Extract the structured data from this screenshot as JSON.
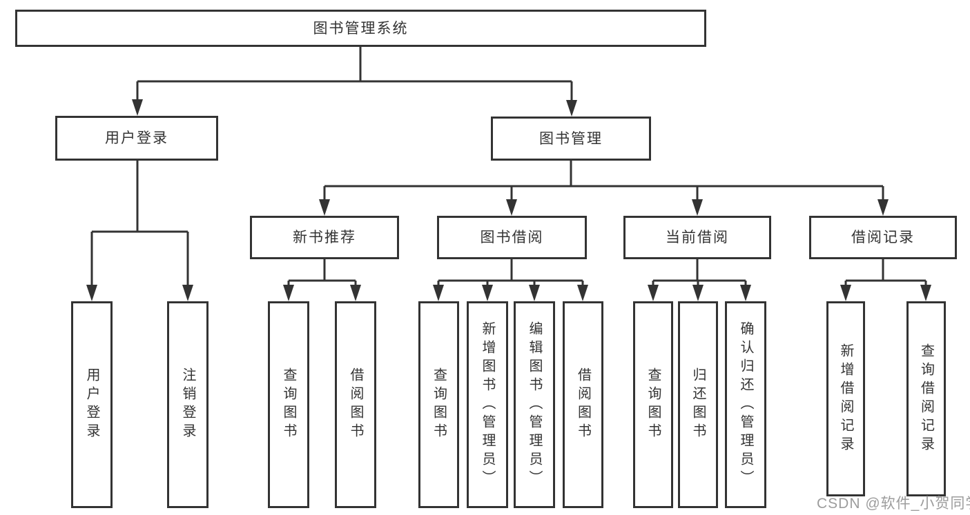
{
  "diagram": {
    "title": "图书管理系统",
    "root": {
      "label": "图书管理系统"
    },
    "level2": [
      {
        "label": "用户登录"
      },
      {
        "label": "图书管理"
      }
    ],
    "level3": [
      {
        "label": "新书推荐",
        "parent": "图书管理"
      },
      {
        "label": "图书借阅",
        "parent": "图书管理"
      },
      {
        "label": "当前借阅",
        "parent": "图书管理"
      },
      {
        "label": "借阅记录",
        "parent": "图书管理"
      }
    ],
    "leaves": [
      {
        "label": "用户登录",
        "parent": "用户登录"
      },
      {
        "label": "注销登录",
        "parent": "用户登录"
      },
      {
        "label": "查询图书",
        "parent": "新书推荐"
      },
      {
        "label": "借阅图书",
        "parent": "新书推荐"
      },
      {
        "label": "查询图书",
        "parent": "图书借阅"
      },
      {
        "label": "新增图书（管理员）",
        "parent": "图书借阅"
      },
      {
        "label": "编辑图书（管理员）",
        "parent": "图书借阅"
      },
      {
        "label": "借阅图书",
        "parent": "图书借阅"
      },
      {
        "label": "查询图书",
        "parent": "当前借阅"
      },
      {
        "label": "归还图书",
        "parent": "当前借阅"
      },
      {
        "label": "确认归还（管理员）",
        "parent": "当前借阅"
      },
      {
        "label": "新增借阅记录",
        "parent": "借阅记录"
      },
      {
        "label": "查询借阅记录",
        "parent": "借阅记录"
      }
    ],
    "watermark": "CSDN @软件_小贺同学",
    "colors": {
      "line": "#333333",
      "text": "#333333",
      "background": "#ffffff",
      "watermark": "#9c9c9c"
    }
  }
}
